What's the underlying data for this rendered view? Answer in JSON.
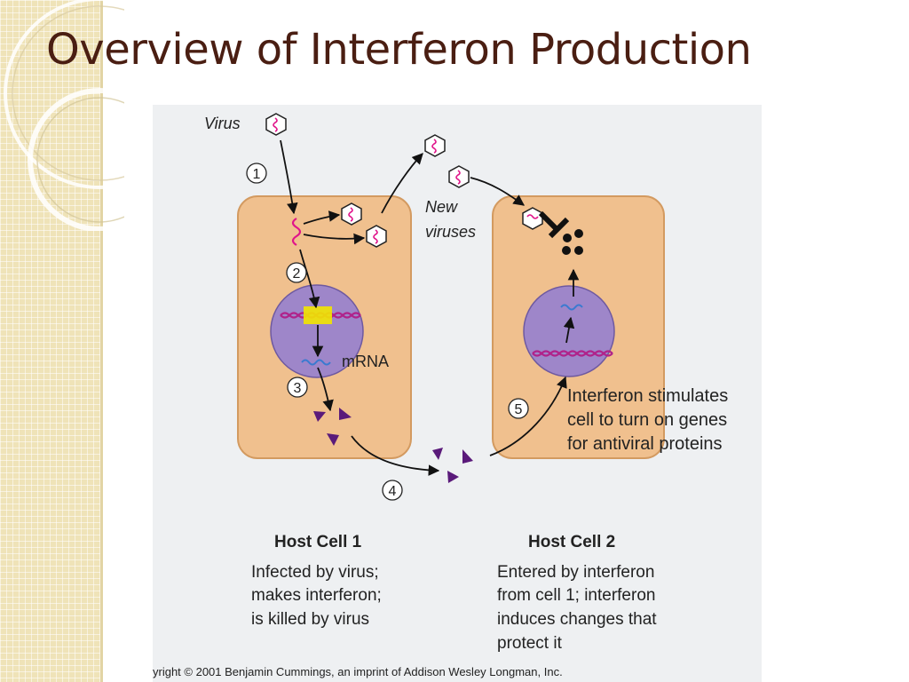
{
  "slide": {
    "title": "Overview of Interferon Production"
  },
  "diagram": {
    "virus_label": "Virus",
    "new_viruses_label_line1": "New",
    "new_viruses_label_line2": "viruses",
    "mrna_label": "mRNA",
    "steps": [
      "1",
      "2",
      "3",
      "4",
      "5"
    ],
    "interferon_note": [
      "Interferon stimulates",
      "cell to turn on genes",
      "for antiviral proteins"
    ],
    "host_cell_1": {
      "title": "Host Cell 1",
      "description": [
        "Infected by virus;",
        "makes interferon;",
        "is killed by virus"
      ]
    },
    "host_cell_2": {
      "title": "Host Cell 2",
      "description": [
        "Entered by interferon",
        "from cell 1; interferon",
        "induces changes that",
        "protect it"
      ]
    },
    "copyright": "yright © 2001 Benjamin Cummings, an imprint of Addison Wesley Longman, Inc."
  },
  "colors": {
    "title": "#4a1e12",
    "cell_fill": "#f0c08e",
    "cell_stroke": "#d39a60",
    "nucleus_fill": "#9e86c9",
    "nucleus_stroke": "#6e59a0",
    "virus_rna": "#e0148a",
    "interferon": "#5a1a7a",
    "dna": "#b0228a",
    "mrna": "#3a7ad0",
    "highlight": "#f2e600"
  }
}
